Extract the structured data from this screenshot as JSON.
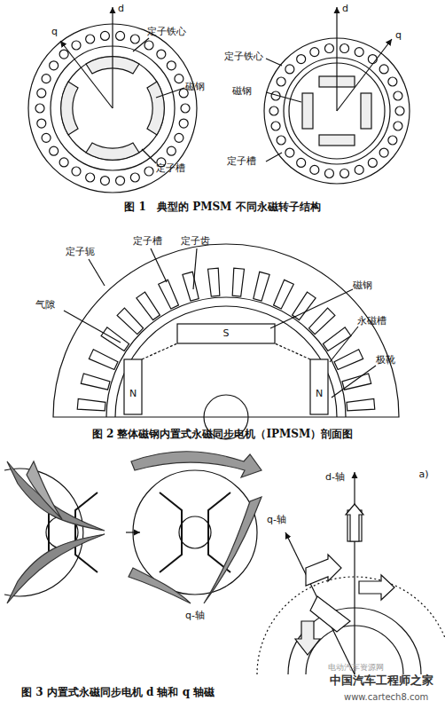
{
  "diagram": {
    "labels": [
      "d",
      "q",
      "定子铁心",
      "磁钢",
      "定子槽",
      "d",
      "q",
      "定子铁心",
      "磁钢",
      "定子槽",
      "图 1　典型的 PMSM 不同永磁转子结构",
      "定子轭",
      "定子槽",
      "定子齿",
      "气隙",
      "磁钢",
      "永磁槽",
      "极靴",
      "S",
      "N",
      "N",
      "图 2 整体磁钢内置式永磁同步电机（IPMSM）剖面图",
      "q-轴",
      "d-轴",
      "q-轴",
      "a)",
      "图 3 内置式永磁同步电机 d 轴和 q 轴磁",
      "电动汽车资源网",
      "中国汽车工程师之家",
      "www.cartech8.com"
    ]
  }
}
